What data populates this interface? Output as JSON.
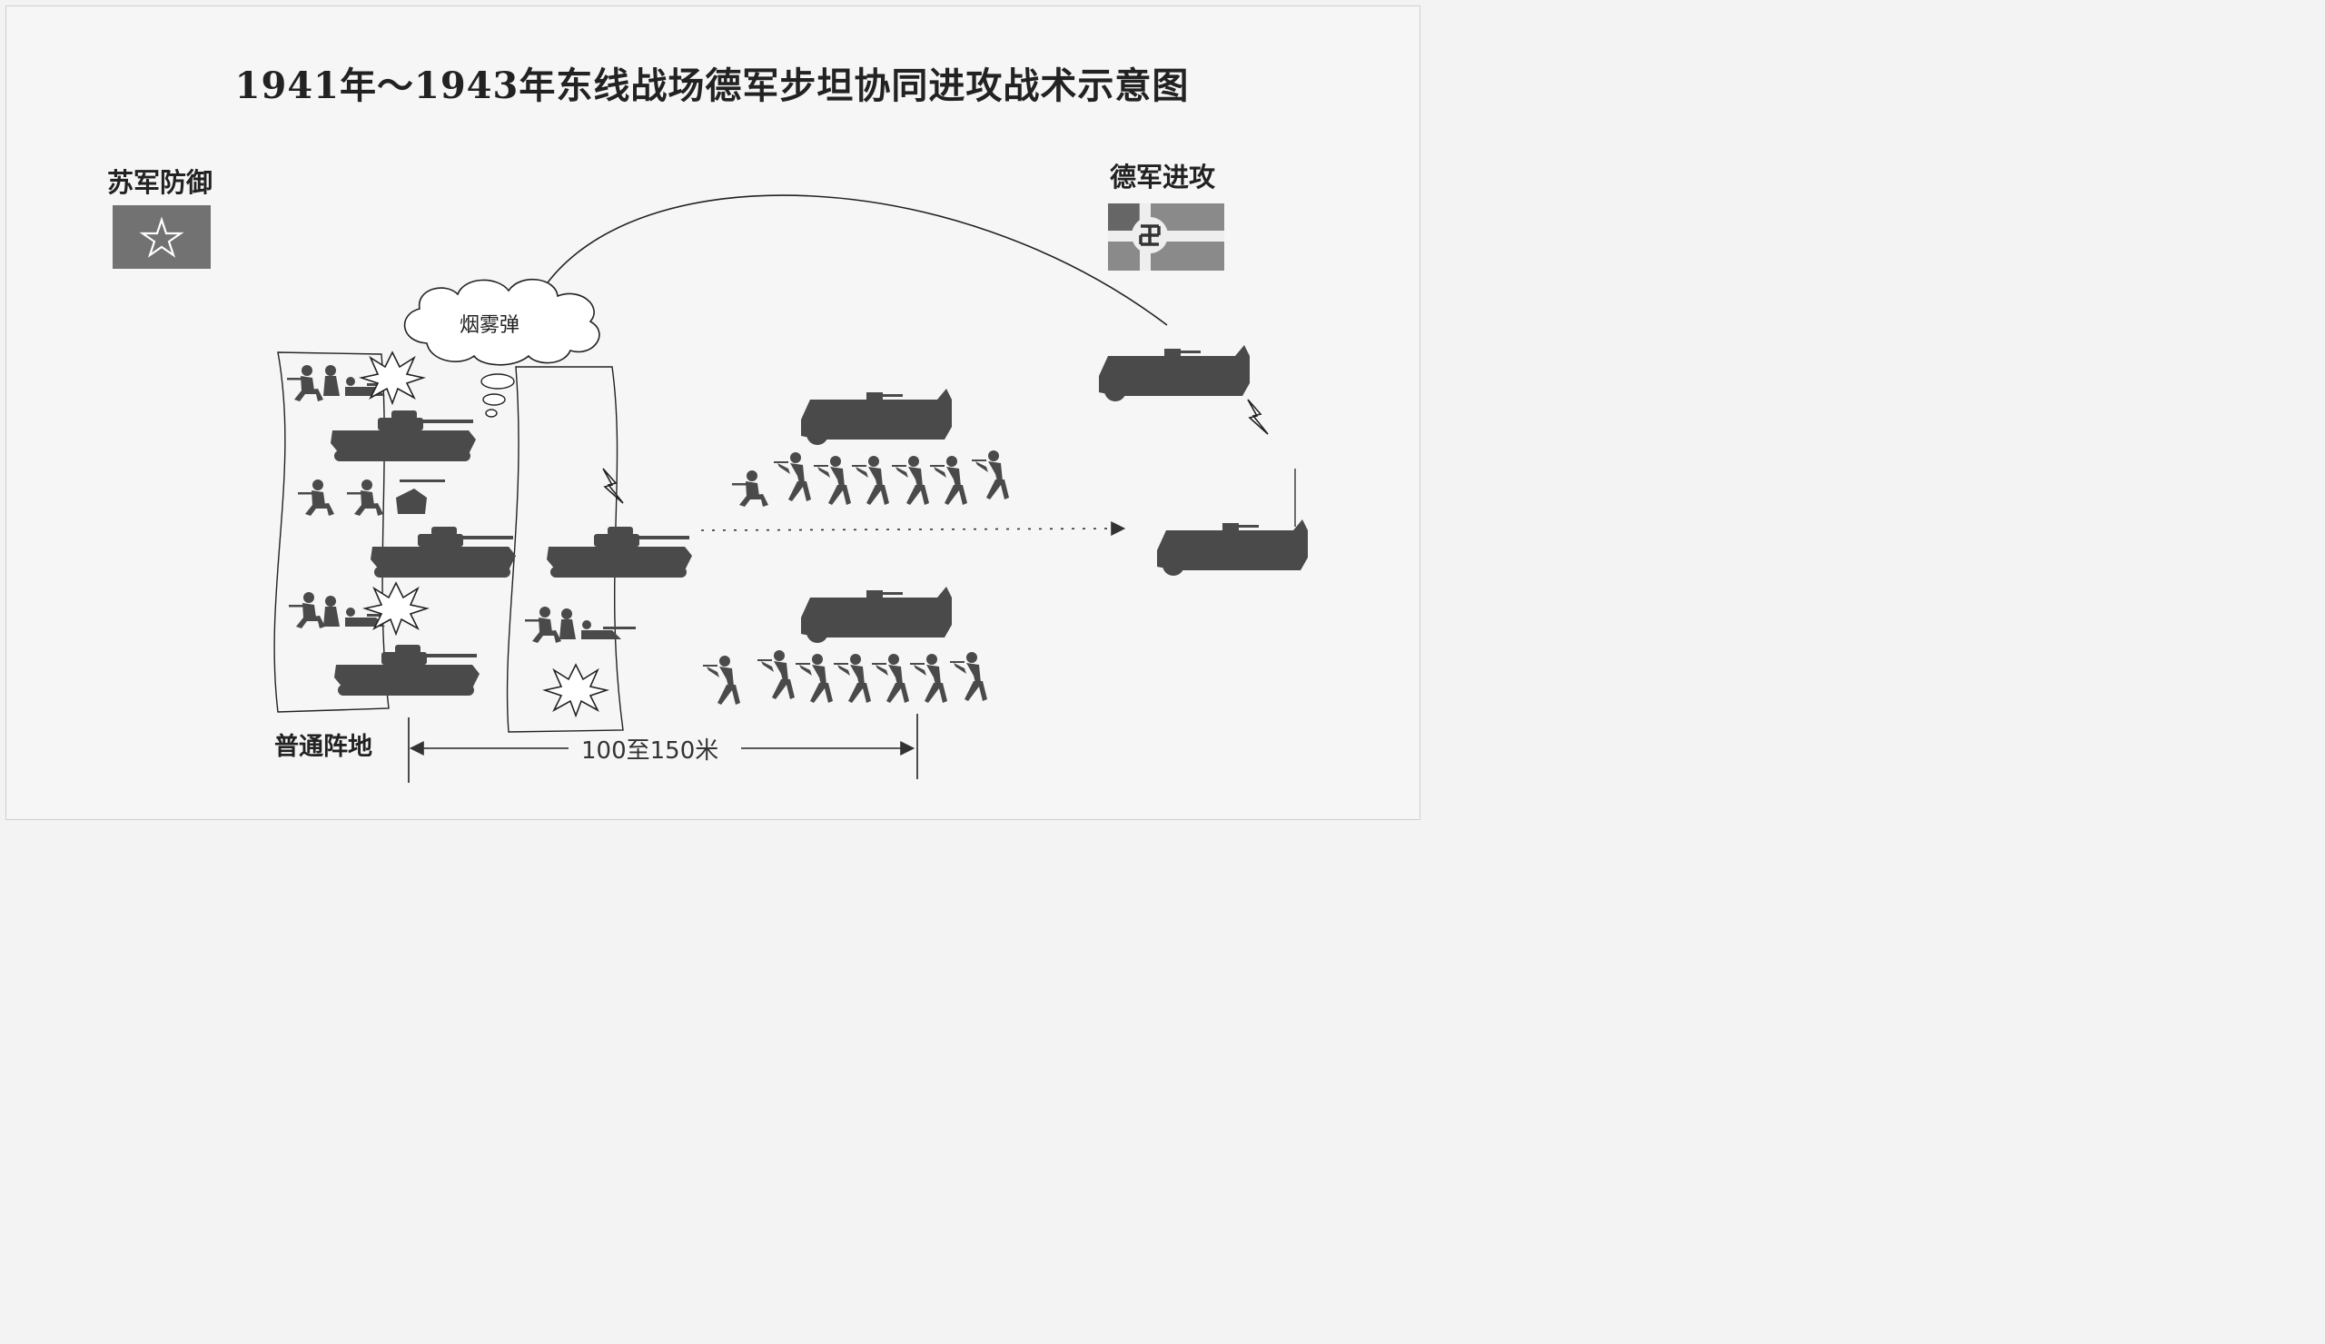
{
  "diagram": {
    "title": "1941年～1943年东线战场德军步坦协同进攻战术示意图",
    "soviet_label": "苏军防御",
    "german_label": "德军进攻",
    "smoke_label": "烟雾弹",
    "position_label": "普通阵地",
    "distance_label": "100至150米"
  },
  "colors": {
    "silhouette": "#4a4a4a",
    "soviet_flag": "#727272",
    "german_flag": "#7a7a7a",
    "line": "#222222"
  }
}
